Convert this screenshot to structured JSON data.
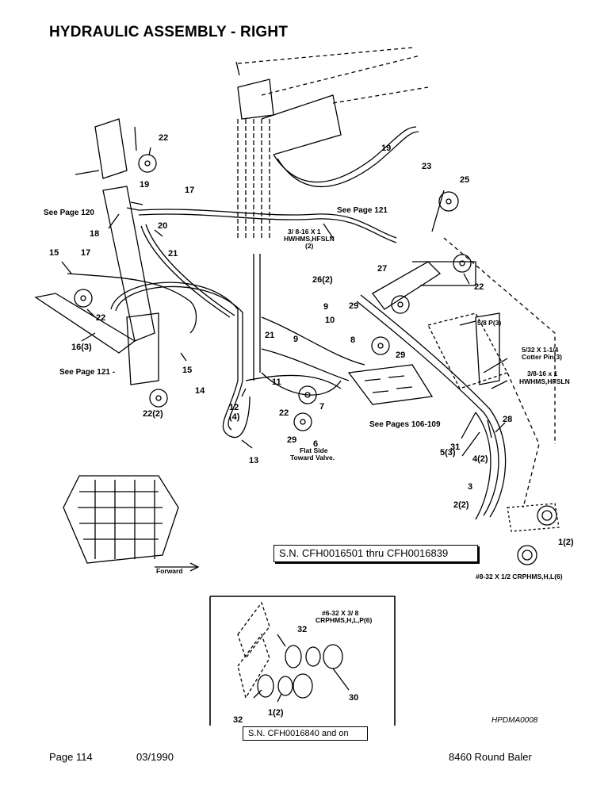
{
  "header": {
    "title": "HYDRAULIC ASSEMBLY - RIGHT"
  },
  "callouts": [
    {
      "id": "c22a",
      "text": "22"
    },
    {
      "id": "c19a",
      "text": "19"
    },
    {
      "id": "c17a",
      "text": "17"
    },
    {
      "id": "c18",
      "text": "18"
    },
    {
      "id": "c20",
      "text": "20"
    },
    {
      "id": "c15a",
      "text": "15"
    },
    {
      "id": "c17b",
      "text": "17"
    },
    {
      "id": "c21a",
      "text": "21"
    },
    {
      "id": "c22b",
      "text": "22"
    },
    {
      "id": "c16",
      "text": "16(3)"
    },
    {
      "id": "c15b",
      "text": "15"
    },
    {
      "id": "c14",
      "text": "14"
    },
    {
      "id": "c22c",
      "text": "22(2)"
    },
    {
      "id": "c12",
      "text": "12"
    },
    {
      "id": "c12q",
      "text": "(4)"
    },
    {
      "id": "c13",
      "text": "13"
    },
    {
      "id": "c11",
      "text": "11"
    },
    {
      "id": "c21b",
      "text": "21"
    },
    {
      "id": "c9a",
      "text": "9"
    },
    {
      "id": "c10",
      "text": "10"
    },
    {
      "id": "c9b",
      "text": "9"
    },
    {
      "id": "c8",
      "text": "8"
    },
    {
      "id": "c22d",
      "text": "22"
    },
    {
      "id": "c7",
      "text": "7"
    },
    {
      "id": "c29a",
      "text": "29"
    },
    {
      "id": "c6",
      "text": "6"
    },
    {
      "id": "c29b",
      "text": "29"
    },
    {
      "id": "c26",
      "text": "26(2)"
    },
    {
      "id": "c27",
      "text": "27"
    },
    {
      "id": "c29c",
      "text": "29"
    },
    {
      "id": "c19b",
      "text": "19"
    },
    {
      "id": "c23",
      "text": "23"
    },
    {
      "id": "c25",
      "text": "25"
    },
    {
      "id": "c22e",
      "text": "22"
    },
    {
      "id": "c28",
      "text": "28"
    },
    {
      "id": "c31",
      "text": "31"
    },
    {
      "id": "c5",
      "text": "5(3)"
    },
    {
      "id": "c4",
      "text": "4(2)"
    },
    {
      "id": "c3",
      "text": "3"
    },
    {
      "id": "c2",
      "text": "2(2)"
    },
    {
      "id": "c1a",
      "text": "1(2)"
    },
    {
      "id": "c32a",
      "text": "32"
    },
    {
      "id": "c30",
      "text": "30"
    },
    {
      "id": "c32b",
      "text": "32"
    },
    {
      "id": "c1b",
      "text": "1(2)"
    }
  ],
  "page_refs": {
    "ref120": "See Page 120",
    "ref121a": "See Page 121",
    "ref121b": "See Page 121 -",
    "ref106": "See Pages 106-109"
  },
  "notes": {
    "hwh_a1": "3/ 8-16 X 1",
    "hwh_a2": "HWHMS,HFSLN",
    "hwh_a3": "(2)",
    "p58": "5/8 P(3)",
    "cotter1": "5/32 X 1-1/4",
    "cotter2": "Cotter Pin(3)",
    "hwh_b1": "3/8-16 x 1",
    "hwh_b2": "HWHMS,HFSLN",
    "flat1": "Flat Side",
    "flat2": "Toward Valve.",
    "forward": "Forward",
    "crp8": "#8-32 X 1/2 CRPHMS,H,L(6)",
    "crp6a": "#6-32 X 3/ 8",
    "crp6b": "CRPHMS,H,L,P(6)"
  },
  "serials": {
    "range1": "S.N. CFH0016501 thru CFH0016839",
    "range2": "S.N. CFH0016840 and on"
  },
  "footer": {
    "drawing_code": "HPDMA0008",
    "page": "Page 114",
    "date": "03/1990",
    "model": "8460 Round Baler"
  }
}
